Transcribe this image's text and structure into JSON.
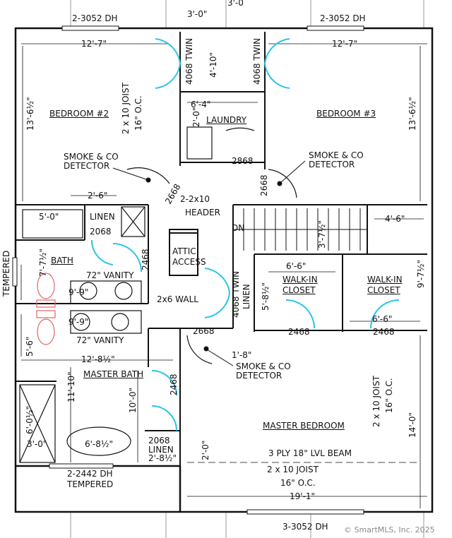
{
  "rooms": {
    "bedroom2": "BEDROOM #2",
    "bedroom3": "BEDROOM #3",
    "laundry": "LAUNDRY",
    "bath": "BATH",
    "linen_top": "LINEN",
    "attic": [
      "ATTIC",
      "ACCESS"
    ],
    "walkin_left": [
      "WALK-IN",
      "CLOSET"
    ],
    "walkin_right": [
      "WALK-IN",
      "CLOSET"
    ],
    "master_bath": "MASTER BATH",
    "master_bedroom": "MASTER BEDROOM",
    "linen_mid": "LINEN",
    "linen_low": "LINEN"
  },
  "windows": {
    "top_left": "2-3052 DH",
    "top_right": "2-3052 DH",
    "bottom": "3-3052 DH",
    "lower_left": [
      "2-2442 DH",
      "TEMPERED"
    ],
    "side": "TEMPERED"
  },
  "dimensions": {
    "top_center": "3'-0\"",
    "top_partial": "3'-0",
    "br2_width": "12'-7\"",
    "br3_width": "12'-7\"",
    "br2_height": "13'-6½\"",
    "br3_height": "13'-6½\"",
    "twin_left": "4068 TWIN",
    "twin_right": "4068 TWIN",
    "laundry_depth": "4'-10\"",
    "laundry_width": "6'-4\"",
    "laundry_small": "2'-0\"",
    "door_2868_a": "2868",
    "door_2668_a": "2668",
    "door_2668_b": "2668",
    "door_2668_c": "2668",
    "header": [
      "2-2x10",
      "HEADER"
    ],
    "wall_2_6": "2'-6\"",
    "tub_5": "5'-0\"",
    "linen_2068": "2068",
    "door_2468_a": "2468",
    "bath_7_7": "7'-7½\"",
    "vanity_top": "72\" VANITY",
    "vanity_bot": "72\" VANITY",
    "vanity_9_9_a": "9'-9\"",
    "vanity_9_9_b": "9'-9\"",
    "wall_2x6": "2x6 WALL",
    "stair_dn": "DN",
    "stair_3_7": "3'-7½\"",
    "closet_4_6": "4'-6\"",
    "closet_6_6_a": "6'-6\"",
    "closet_6_6_b": "6'-6\"",
    "closet_9_7": "9'-7½\"",
    "closet_5_8": "5'-8½\"",
    "twin_linen": [
      "4068 TWIN",
      "LINEN"
    ],
    "door_2468_b": "2468",
    "door_2468_c": "2468",
    "dim_1_8": "1'-8\"",
    "master_bath_5_6": "5'-6\"",
    "master_bath_12_8": "12'-8½\"",
    "master_bath_11_10": "11'-10\"",
    "master_bath_10_0": "10'-0\"",
    "door_2468_d": "2468",
    "shower_6_0": "6'-0½\"",
    "shower_3_0": "3'-0\"",
    "tub_6_8": "6'-8½\"",
    "linen_2068_b": "2068",
    "linen_2_8": "2'-8½\"",
    "dim_2_0": "2'-0\"",
    "master_14_0": "14'-0\"",
    "master_19_1": "19'-1\""
  },
  "notes": {
    "smoke_left": [
      "SMOKE & CO",
      "DETECTOR"
    ],
    "smoke_right": [
      "SMOKE & CO",
      "DETECTOR"
    ],
    "smoke_mid": [
      "SMOKE & CO",
      "DETECTOR"
    ],
    "joist_top": [
      "2 x 10 JOIST",
      "16\" O.C."
    ],
    "joist_right": [
      "2 x 10 JOIST",
      "16\" O.C."
    ],
    "beam": "3 PLY 18\" LVL BEAM",
    "joist_bottom": [
      "2 x 10 JOIST",
      "16\" O.C."
    ]
  },
  "watermark": "© SmartMLS, Inc. 2025",
  "colors": {
    "line": "#111111",
    "door": "#29c4e8",
    "fixture_red": "#e06666",
    "grid": "#888888"
  }
}
